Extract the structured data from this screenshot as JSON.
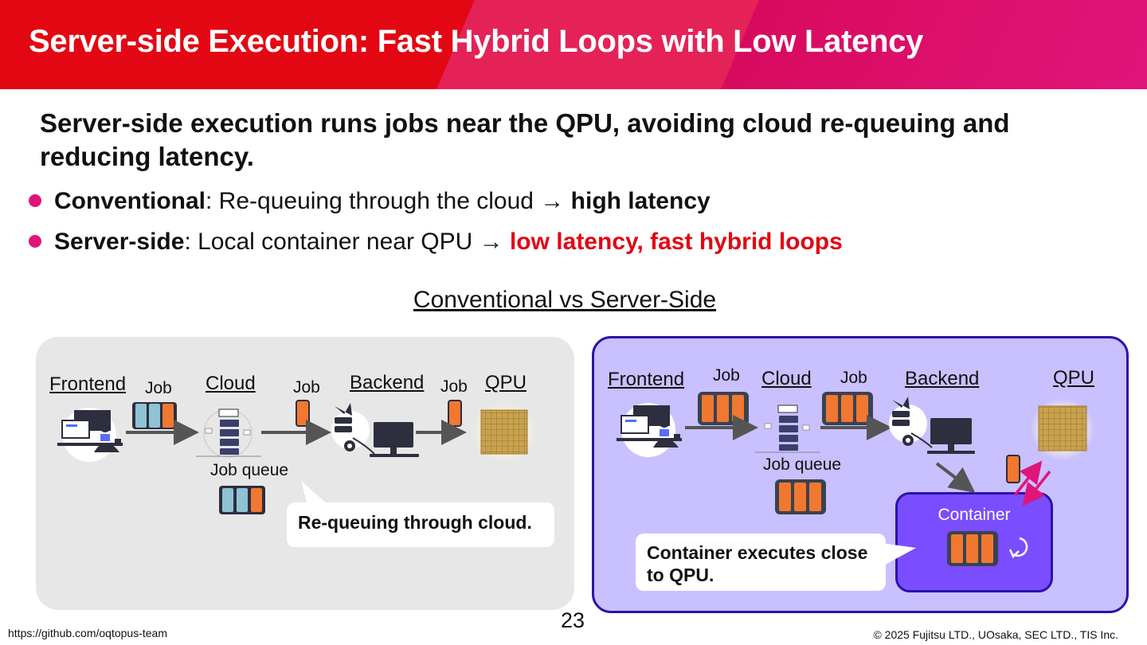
{
  "header": {
    "title": "Server-side Execution: Fast Hybrid Loops with Low Latency"
  },
  "lead": "Server-side execution runs jobs near the QPU, avoiding cloud re-queuing and reducing latency.",
  "bullets": [
    {
      "term": "Conventional",
      "text": ": Re-queuing through the cloud → ",
      "highlight": "high latency",
      "highlight_color": "#111111"
    },
    {
      "term": "Server-side",
      "text": ": Local container near QPU → ",
      "highlight": "low latency, fast hybrid loops",
      "highlight_color": "#e30613"
    }
  ],
  "diagram": {
    "title": "Conventional vs Server-Side",
    "left": {
      "frontend": "Frontend",
      "job1": "Job",
      "cloud": "Cloud",
      "job2": "Job",
      "backend": "Backend",
      "job3": "Job",
      "qpu": "QPU",
      "queue_label": "Job queue",
      "callout": "Re-queuing through cloud."
    },
    "right": {
      "frontend": "Frontend",
      "job1": "Job",
      "cloud": "Cloud",
      "job2": "Job",
      "backend": "Backend",
      "qpu": "QPU",
      "queue_label": "Job queue",
      "container": "Container",
      "callout": "Container executes close to QPU."
    }
  },
  "colors": {
    "accent_red": "#e30613",
    "accent_pink": "#e0157a",
    "job_orange": "#f07830",
    "job_blue": "#8ec3d4",
    "panel_purple": "#c9c0ff",
    "container_purple": "#7a4dff"
  },
  "footer": {
    "url": "https://github.com/oqtopus-team",
    "page": "23",
    "copyright": "© 2025 Fujitsu LTD., UOsaka, SEC LTD., TIS Inc."
  }
}
